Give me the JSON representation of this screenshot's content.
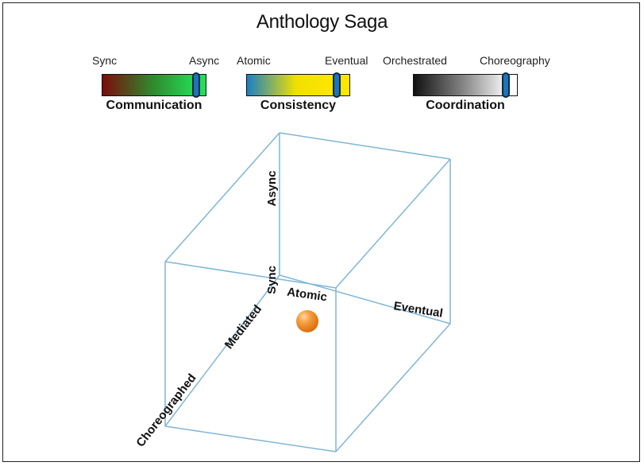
{
  "title": "Anthology Saga",
  "sliders": [
    {
      "name": "Communication",
      "left_label": "Sync",
      "right_label": "Async",
      "gradient": [
        "#7a0c0c",
        "#2e8b2e",
        "#22dd55"
      ],
      "end_color": "#22dd55",
      "position": 0.9
    },
    {
      "name": "Consistency",
      "left_label": "Atomic",
      "right_label": "Eventual",
      "gradient": [
        "#1a7fc4",
        "#f0e000",
        "#ffe600"
      ],
      "end_color": "#ffe600",
      "position": 0.87
    },
    {
      "name": "Coordination",
      "left_label": "Orchestrated",
      "right_label": "Choreography",
      "gradient": [
        "#111111",
        "#888888",
        "#f5f5f5"
      ],
      "end_color": "#ffffff",
      "position": 0.89
    }
  ],
  "cube": {
    "edge_color": "#7fb6d6",
    "labels": {
      "async": "Async",
      "sync": "Sync",
      "atomic": "Atomic",
      "eventual": "Eventual",
      "mediated": "Mediated",
      "choreographed": "Choreographed"
    },
    "ball_color": "#f07e10"
  }
}
